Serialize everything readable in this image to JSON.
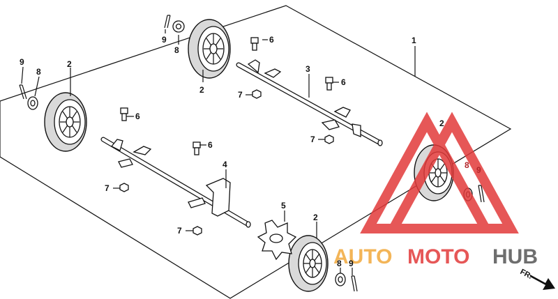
{
  "callouts": {
    "c1": "1",
    "c2a": "2",
    "c2b": "2",
    "c2c": "2",
    "c2d": "2",
    "c3": "3",
    "c4": "4",
    "c5": "5",
    "c6a": "6",
    "c6b": "6",
    "c6c": "6",
    "c6d": "6",
    "c7a": "7",
    "c7b": "7",
    "c7c": "7",
    "c7d": "7",
    "c8a": "8",
    "c8b": "8",
    "c8c": "8",
    "c8d": "8",
    "c9a": "9",
    "c9b": "9",
    "c9c": "9",
    "c9d": "9"
  },
  "watermark": {
    "part1": "AUTO",
    "part2": "MOTO",
    "part3": "HUB",
    "colors": {
      "triangle": "#e23a3a",
      "auto": "#f2a93b",
      "moto": "#e23a3a",
      "hub": "#555555"
    }
  },
  "direction": {
    "label": "FR."
  }
}
